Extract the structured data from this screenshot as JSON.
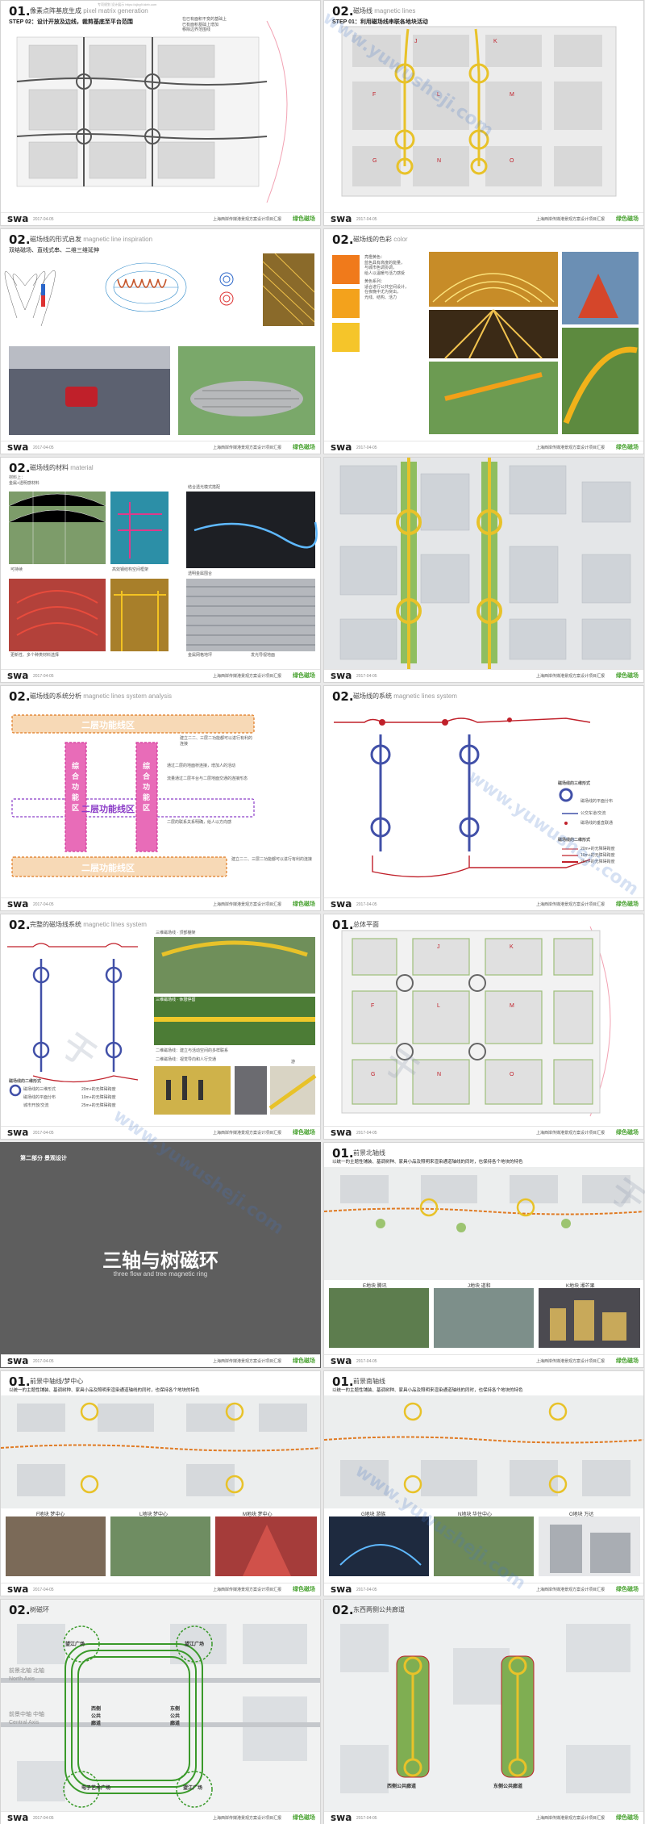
{
  "page": {
    "background": "#e9e9e9"
  },
  "footer": {
    "logo": "swa",
    "date": "2017-04-05",
    "project": "上海西岸传媒港景观方案设计项目汇报",
    "brand": "绿色磁场"
  },
  "header_note": "专项规划 设计展示 https://sjbg9.tdeb.com",
  "watermark": {
    "text": "www.yuwusheji.com",
    "glyph": "于"
  },
  "slides": {
    "s1": {
      "num": "01.",
      "title": "像素点阵基底生成",
      "en": "pixel matrix generation",
      "subtitle": "STEP 02：设计开放及边线，裁剪基底至平台范围",
      "notes": [
        "在已有面积不变的基础上",
        "已有面积基础上增加",
        "移除边界范围线"
      ]
    },
    "s2": {
      "num": "02.",
      "title": "磁场线",
      "en": "magnetic lines",
      "subtitle": "STEP 01：利用磁场线串联各地块活动",
      "labels": [
        "J",
        "K",
        "F",
        "L",
        "M",
        "G",
        "N",
        "O"
      ]
    },
    "s3": {
      "num": "02.",
      "title": "磁场线的形式启发",
      "en": "magnetic line inspiration",
      "subtitle": "双结磁场、直线式串、二维三维延伸",
      "caps": []
    },
    "s4": {
      "num": "02.",
      "title": "磁场线的色彩",
      "en": "color",
      "notes": [
        "亮橙黄色：",
        "蓝色具有高度的能量，",
        "与城市色调协调，",
        "给人以温暖与活力感受",
        "黄色系列：",
        "适合进行公共空间设计，",
        "在夜晚中尤为突出，",
        "光线、结构、活力"
      ],
      "swatches": [
        "#f07a1b",
        "#f3a21c",
        "#f5c52a"
      ]
    },
    "s5": {
      "num": "02.",
      "title": "磁场线的材料",
      "en": "material",
      "subtitle": "材料上：",
      "note": "金属+透明感材料",
      "caps": [
        "可持续",
        "高效钢结构空间框架",
        "结合透光模式搭配",
        "透明金属围合",
        "金属网格地坪",
        "更新性、多个种类材料选择",
        "发光导视地面"
      ]
    },
    "s6": {
      "num": "",
      "title": "",
      "en": "",
      "caps": []
    },
    "s7": {
      "num": "02.",
      "title": "磁场线的系统分析",
      "en": "magnetic lines system analysis",
      "bands": [
        "二层功能线区",
        "二层功能线区",
        "二层功能线区"
      ],
      "vbands": [
        "综合功能区",
        "综合功能区"
      ],
      "notes": [
        "建立二二、三层二功能都可以进行有利的连接",
        "通过二层的地面桥连接，增加人的活动",
        "流量通过二层平台与二层地面交通的连接形态",
        "二层的联系关系明确，给人以方向感",
        "建立二二、三层二功能都可以进行有利的连接"
      ]
    },
    "s8": {
      "num": "02.",
      "title": "磁场线的系统",
      "en": "magnetic lines system",
      "legend_title": "磁场线的三维形式",
      "legend": [
        "磁场线的平面分布",
        "公交车道/交流",
        "磁场线的垂直联通",
        "磁场线的二维形式",
        "20m+的无障碍跨度",
        "10m+的无障碍跨度",
        "25m+的无障碍跨度"
      ]
    },
    "s9": {
      "num": "02.",
      "title": "完整的磁场线系统",
      "en": "magnetic lines system",
      "legend_title": "磁场线的二维形式",
      "legend": [
        "磁场线的三维形式",
        "磁场线的平面分布",
        "城市开放/交流",
        "20m+的无障碍跨度",
        "10m+的无障碍跨度",
        "25m+的无障碍跨度"
      ],
      "caps": [
        "三维磁场线 · 顶部棚架",
        "三维磁场线 · 休憩停留",
        "二维磁场线：建立与活动空间的多样联系",
        "二维磁场线：视觉导向和人行交通",
        "游"
      ]
    },
    "s10": {
      "num": "01.",
      "title": "总体平面",
      "en": "",
      "labels": [
        "J",
        "K",
        "F",
        "L",
        "M",
        "G",
        "N",
        "O"
      ]
    },
    "s11": {
      "section": "第二部分 景观设计",
      "bigtitle": "三轴与树磁环",
      "entitle": "three flow and tree magnetic ring"
    },
    "s12": {
      "num": "01.",
      "title": "前景北轴线",
      "subtitle": "以统一的主题性铺装、基调树种、家具小品及照明来渲染通道轴线的同时，也保持各个地块的特色",
      "caps": [
        "E地块 腾讯",
        "J地块 道和",
        "K地块 湘芒果"
      ]
    },
    "s13": {
      "num": "01.",
      "title": "前景中轴线/梦中心",
      "subtitle": "以统一的主题性铺装、基调树种、家具小品及照明来渲染通道轴线的同时，也保持各个地块的特色",
      "caps": [
        "F地块 梦中心",
        "L地块 梦中心",
        "M地块 梦中心"
      ]
    },
    "s14": {
      "num": "01.",
      "title": "前景南轴线",
      "subtitle": "以统一的主题性铺装、基调树种、家具小品及照明来渲染通道轴线的同时，也保持各个地块的特色",
      "caps": [
        "G地块 游族",
        "N地块 华住中心",
        "O地块 万达"
      ]
    },
    "s15": {
      "num": "02.",
      "title": "树磁环",
      "labels": [
        "望江广场",
        "望江广场",
        "西侧公共廊道",
        "东侧公共廊道",
        "电子艺术广场",
        "望江广场"
      ],
      "axis": [
        "前景北轴 北轴",
        "North Axis",
        "前景中轴 中轴",
        "Central Axis"
      ]
    },
    "s16": {
      "num": "02.",
      "title": "东西两侧公共廊道",
      "caps": [
        "西侧公共廊道",
        "东侧公共廊道"
      ]
    }
  },
  "colors": {
    "accent_green": "#4aa332",
    "magnet_yellow": "#e8c229",
    "magnet_blue": "#4150a8",
    "magnet_red": "#c0202a",
    "band_orange": "#e07a22",
    "band_pink": "#d23a9c",
    "band_purple": "#8b3cc7"
  }
}
